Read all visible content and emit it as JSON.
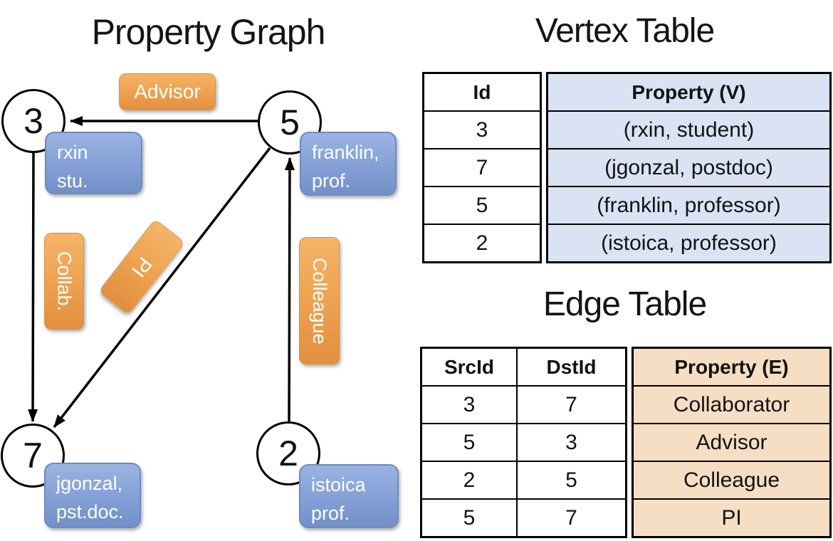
{
  "graph": {
    "title": "Property Graph",
    "nodes": [
      {
        "id": "3",
        "property_lines": [
          "rxin",
          "stu."
        ]
      },
      {
        "id": "5",
        "property_lines": [
          "franklin,",
          "prof."
        ]
      },
      {
        "id": "7",
        "property_lines": [
          "jgonzal,",
          "pst.doc."
        ]
      },
      {
        "id": "2",
        "property_lines": [
          "istoica",
          "prof."
        ]
      }
    ],
    "edges": [
      {
        "src": "5",
        "dst": "3",
        "label": "Advisor"
      },
      {
        "src": "3",
        "dst": "7",
        "label": "Collab."
      },
      {
        "src": "5",
        "dst": "7",
        "label": "PI"
      },
      {
        "src": "2",
        "dst": "5",
        "label": "Colleague"
      }
    ]
  },
  "vertex_table": {
    "title": "Vertex Table",
    "columns": [
      "Id",
      "Property (V)"
    ],
    "rows": [
      [
        "3",
        "(rxin, student)"
      ],
      [
        "7",
        "(jgonzal, postdoc)"
      ],
      [
        "5",
        "(franklin, professor)"
      ],
      [
        "2",
        "(istoica, professor)"
      ]
    ]
  },
  "edge_table": {
    "title": "Edge Table",
    "columns": [
      "SrcId",
      "DstId",
      "Property (E)"
    ],
    "rows": [
      [
        "3",
        "7",
        "Collaborator"
      ],
      [
        "5",
        "3",
        "Advisor"
      ],
      [
        "2",
        "5",
        "Colleague"
      ],
      [
        "5",
        "7",
        "PI"
      ]
    ]
  },
  "colors": {
    "edge_label_fill": "#EFA453",
    "vertex_label_fill": "#84A0D6",
    "vertex_table_fill": "#DAE3F4",
    "edge_table_fill": "#F5DEC3",
    "line_color": "#000000"
  }
}
